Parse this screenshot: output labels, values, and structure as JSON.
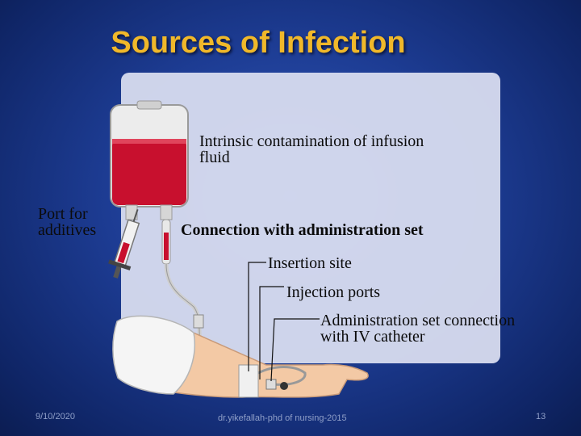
{
  "slide": {
    "title": "Sources of Infection",
    "labels": {
      "intrinsic": "Intrinsic contamination of infusion fluid",
      "port": "Port for additives",
      "connection": "Connection with administration set",
      "insertion": "Insertion site",
      "injection": "Injection ports",
      "admin_set": "Administration set connection with IV catheter"
    },
    "footer": {
      "date": "9/10/2020",
      "author": "dr.yikefallah-phd of nursing-2015",
      "page": "13"
    }
  },
  "colors": {
    "title": "#f0b82a",
    "blood": "#c8102e",
    "background": "#1d3c93"
  }
}
